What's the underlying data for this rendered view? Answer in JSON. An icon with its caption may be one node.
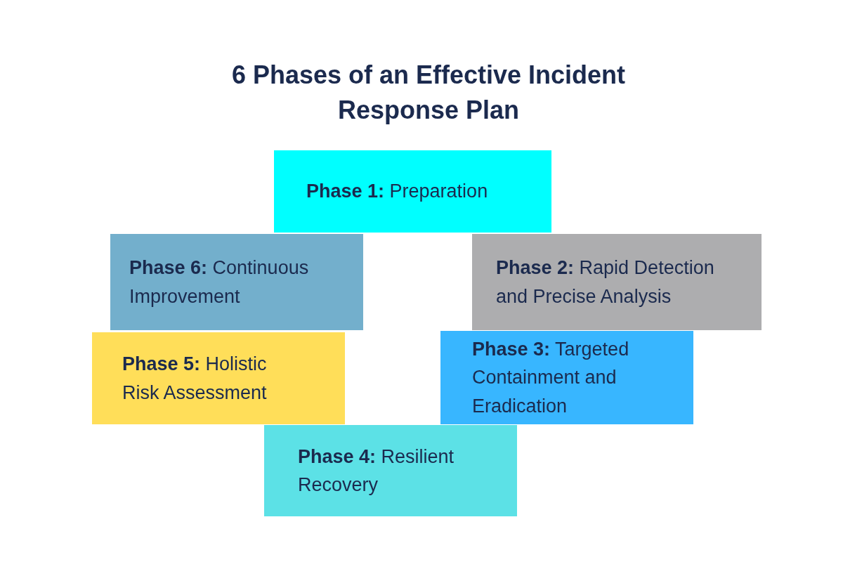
{
  "diagram": {
    "title": "6 Phases of an Effective Incident Response Plan",
    "nodes": [
      {
        "text": [
          "**Phase 1:** Preparation"
        ]
      },
      {
        "text": [
          "**Phase 6:** Continuous Improvement"
        ]
      },
      {
        "text": [
          "**Phase 2:** Rapid Detection and Precise Analysis"
        ]
      },
      {
        "text": [
          "**Phase 5:** Holistic Risk Assessment"
        ]
      },
      {
        "text": [
          "**Phase 3:** Targeted Containment and Eradication"
        ]
      },
      {
        "text": [
          "**Phase 4:** Resilient Recovery"
        ]
      }
    ],
    "edges": []
  }
}
